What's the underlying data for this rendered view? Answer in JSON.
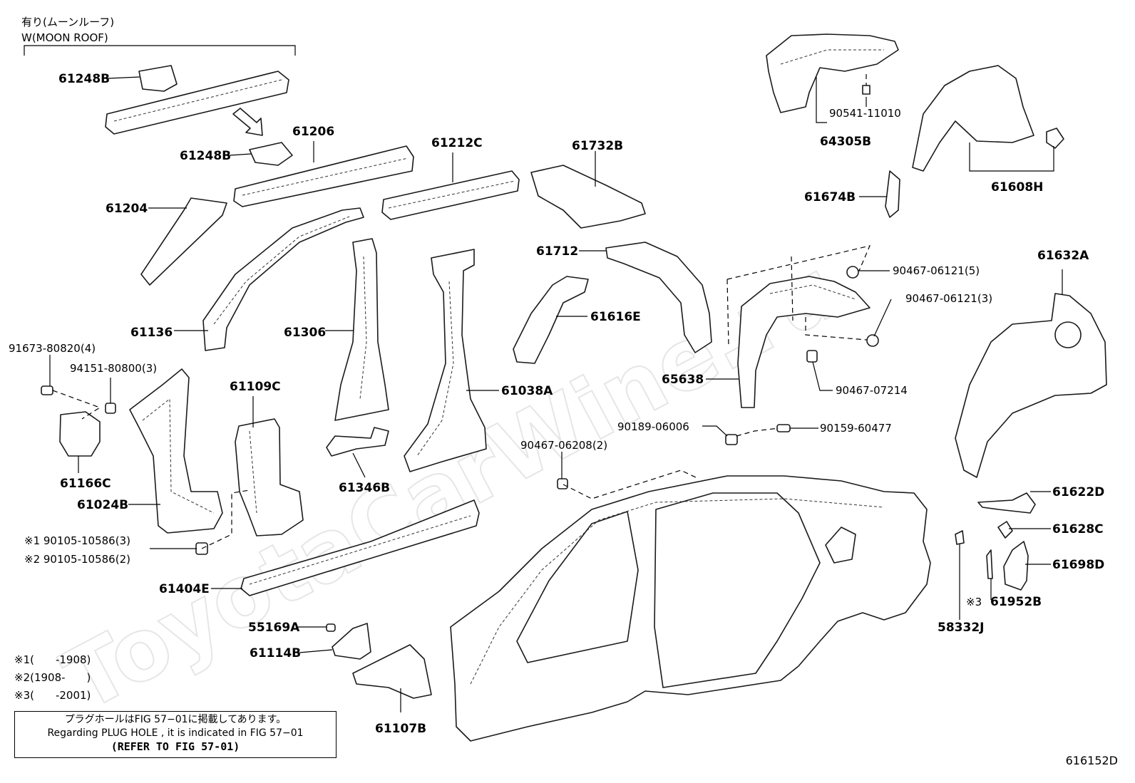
{
  "header": {
    "jp": "有り(ムーンルーフ)",
    "en": "W(MOON ROOF)"
  },
  "watermark": "ToyotaCarWine.ru",
  "parts": [
    {
      "id": "p61248b_a",
      "label": "61248B"
    },
    {
      "id": "p61248b_b",
      "label": "61248B"
    },
    {
      "id": "p61206",
      "label": "61206"
    },
    {
      "id": "p61204",
      "label": "61204"
    },
    {
      "id": "p61212c",
      "label": "61212C"
    },
    {
      "id": "p61732b",
      "label": "61732B"
    },
    {
      "id": "p61136",
      "label": "61136"
    },
    {
      "id": "p61306",
      "label": "61306"
    },
    {
      "id": "p61712",
      "label": "61712"
    },
    {
      "id": "p61616e",
      "label": "61616E"
    },
    {
      "id": "p61038a",
      "label": "61038A"
    },
    {
      "id": "p61109c",
      "label": "61109C"
    },
    {
      "id": "p61346b",
      "label": "61346B"
    },
    {
      "id": "p61166c",
      "label": "61166C"
    },
    {
      "id": "p61024b",
      "label": "61024B"
    },
    {
      "id": "p61404e",
      "label": "61404E"
    },
    {
      "id": "p55169a",
      "label": "55169A"
    },
    {
      "id": "p61114b",
      "label": "61114B"
    },
    {
      "id": "p61107b",
      "label": "61107B"
    },
    {
      "id": "p64305b",
      "label": "64305B"
    },
    {
      "id": "p61608h",
      "label": "61608H"
    },
    {
      "id": "p61674b",
      "label": "61674B"
    },
    {
      "id": "p65638",
      "label": "65638"
    },
    {
      "id": "p61632a",
      "label": "61632A"
    },
    {
      "id": "p61622d",
      "label": "61622D"
    },
    {
      "id": "p61628c",
      "label": "61628C"
    },
    {
      "id": "p61698d",
      "label": "61698D"
    },
    {
      "id": "p61952b",
      "label": "61952B"
    },
    {
      "id": "p58332j",
      "label": "58332J"
    }
  ],
  "fasteners": [
    {
      "id": "f91673",
      "label": "91673-80820(4)"
    },
    {
      "id": "f94151",
      "label": "94151-80800(3)"
    },
    {
      "id": "f90541",
      "label": "90541-11010"
    },
    {
      "id": "f90467_5",
      "label": "90467-06121(5)"
    },
    {
      "id": "f90467_3",
      "label": "90467-06121(3)"
    },
    {
      "id": "f90467_07214",
      "label": "90467-07214"
    },
    {
      "id": "f90189",
      "label": "90189-06006"
    },
    {
      "id": "f90159",
      "label": "90159-60477"
    },
    {
      "id": "f90467_06208",
      "label": "90467-06208(2)"
    },
    {
      "id": "f90105_1",
      "label": "※1 90105-10586(3)"
    },
    {
      "id": "f90105_2",
      "label": "※2 90105-10586(2)"
    }
  ],
  "mark_61952b": "※3",
  "legend": [
    "※1(　　-1908)",
    "※2(1908-　　)",
    "※3(　　-2001)"
  ],
  "note": {
    "jp": "プラグホールはFIG 57−01に掲載してあります。",
    "en": "Regarding  PLUG  HOLE , it is indicated in FIG  57−01",
    "ref": "(REFER TO FIG 57-01)"
  },
  "figure_id": "616152D"
}
